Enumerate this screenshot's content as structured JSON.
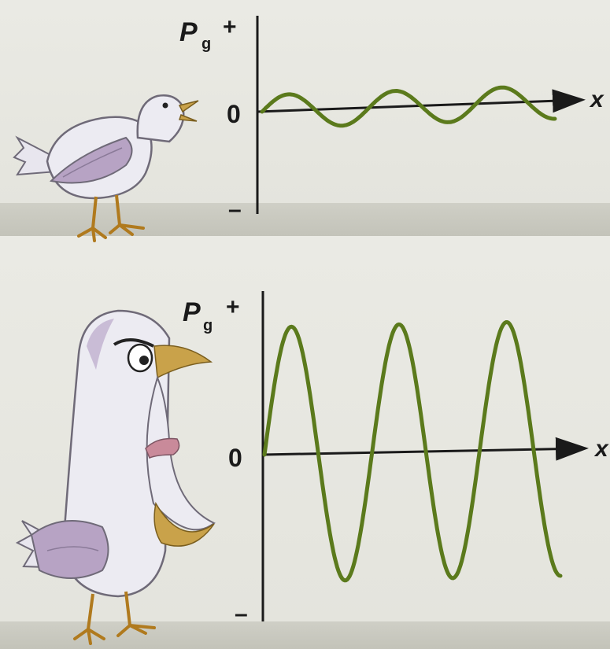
{
  "figure": {
    "top_graph": {
      "y_label_main": "P",
      "y_label_sub": "g",
      "y_plus": "+",
      "y_zero": "0",
      "y_minus": "–",
      "x_label": "x",
      "wave": {
        "amplitude": 0.15,
        "cycles": 2.75,
        "phase_deg": 0
      }
    },
    "bottom_graph": {
      "y_label_main": "P",
      "y_label_sub": "g",
      "y_plus": "+",
      "y_zero": "0",
      "y_minus": "–",
      "x_label": "x",
      "wave": {
        "amplitude": 1.0,
        "cycles": 2.75,
        "phase_deg": 0
      }
    }
  },
  "colors": {
    "wave": "#5b7a1c",
    "axis": "#1a1a1a",
    "bird_body": "#ecebf2",
    "bird_shade": "#b7a3c4",
    "beak": "#c9a24a",
    "legs": "#b07a1e"
  },
  "icons": {
    "top_bird": "small-bird-chirping",
    "bottom_bird": "bird-shouting-loudly"
  }
}
